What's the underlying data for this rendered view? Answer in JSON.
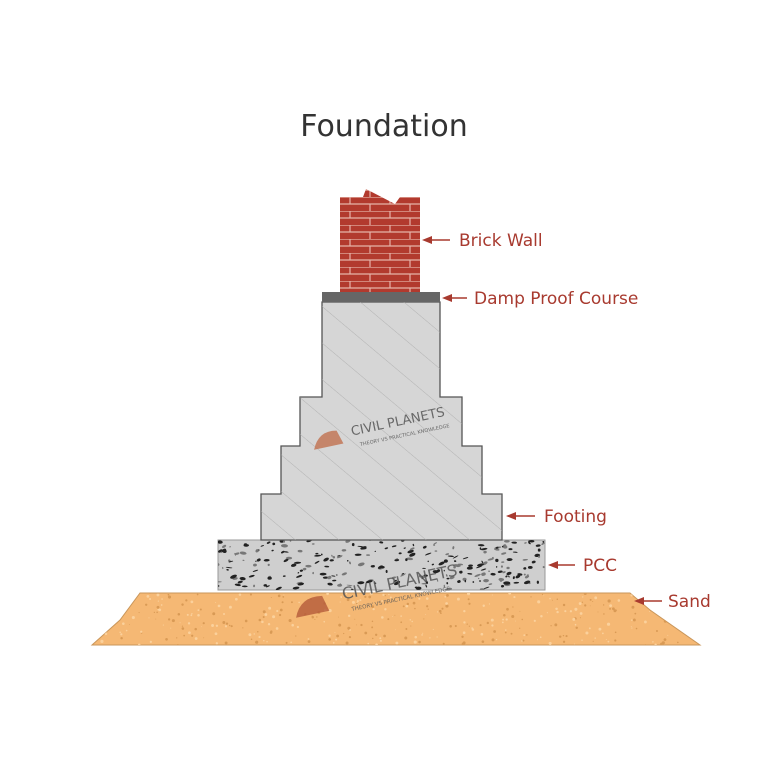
{
  "title": "Foundation",
  "labels": {
    "brick_wall": "Brick Wall",
    "dpc": "Damp Proof Course",
    "footing": "Footing",
    "pcc": "PCC",
    "sand": "Sand"
  },
  "watermark": {
    "name": "CIVIL PLANETS",
    "tagline": "THEORY VS PRACTICAL KNOWLEDGE"
  },
  "colors": {
    "label": "#a83a2f",
    "brick": "#b23a2e",
    "mortar": "#e6b3a8",
    "dpc": "#666666",
    "footing": "#d6d6d6",
    "pcc": "#cfcfcf",
    "sand": "#f5b874"
  }
}
